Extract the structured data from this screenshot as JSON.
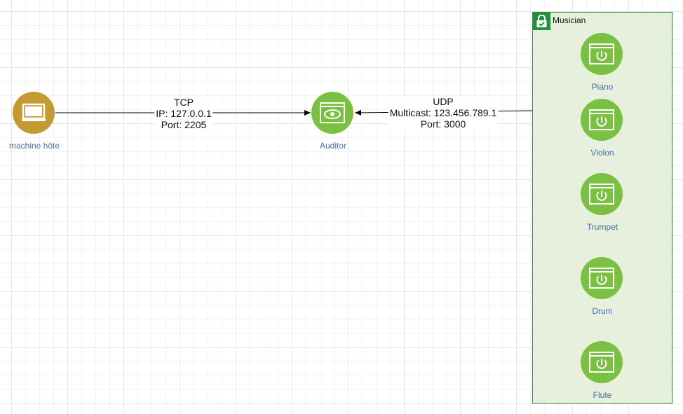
{
  "nodes": {
    "host": {
      "label": "machine hôte",
      "icon": "monitor-icon",
      "color": "#c49a32"
    },
    "auditor": {
      "label": "Auditor",
      "icon": "eye-icon",
      "color": "#7ac143"
    }
  },
  "edges": {
    "tcp": {
      "line1": "TCP",
      "line2": "IP: 127.0.0.1",
      "line3": "Port: 2205"
    },
    "udp": {
      "line1": "UDP",
      "line2": "Multicast: 123.456.789.1",
      "line3": "Port: 3000"
    }
  },
  "group": {
    "title": "Musician",
    "icon": "lock-icon",
    "border_color": "#23913c",
    "fill_color": "#e6f0dd",
    "members": [
      {
        "label": "Piano",
        "icon": "power-icon"
      },
      {
        "label": "Violon",
        "icon": "power-icon"
      },
      {
        "label": "Trumpet",
        "icon": "power-icon"
      },
      {
        "label": "Drum",
        "icon": "power-icon"
      },
      {
        "label": "Flute",
        "icon": "power-icon"
      }
    ]
  }
}
